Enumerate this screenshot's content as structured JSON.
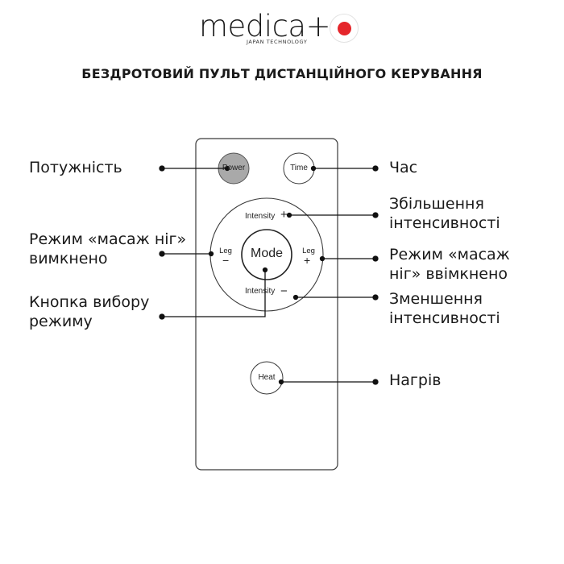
{
  "brand": {
    "wordmark": "medica+",
    "tagline": "JAPAN TECHNOLOGY",
    "accent_color": "#e5262b"
  },
  "title": "БЕЗДРОТОВИЙ ПУЛЬТ ДИСТАНЦІЙНОГО КЕРУВАННЯ",
  "remote": {
    "buttons": {
      "power": "Power",
      "time": "Time",
      "intensity_up": "Intensity",
      "intensity_up_symbol": "+",
      "leg_left": "Leg",
      "leg_left_symbol": "−",
      "mode": "Mode",
      "leg_right": "Leg",
      "leg_right_symbol": "+",
      "intensity_down": "Intensity",
      "intensity_down_symbol": "−",
      "heat": "Heat"
    }
  },
  "callouts": {
    "power": "Потужність",
    "time": "Час",
    "intensity_up": [
      "Збільшення",
      "інтенсивності"
    ],
    "leg_off": [
      "Режим «масаж ніг»",
      "вимкнено"
    ],
    "leg_on": [
      "Режим «масаж",
      "ніг» ввімкнено"
    ],
    "mode": [
      "Кнопка вибору",
      "режиму"
    ],
    "intensity_down": [
      "Зменшення",
      "інтенсивності"
    ],
    "heat": "Нагрів"
  }
}
